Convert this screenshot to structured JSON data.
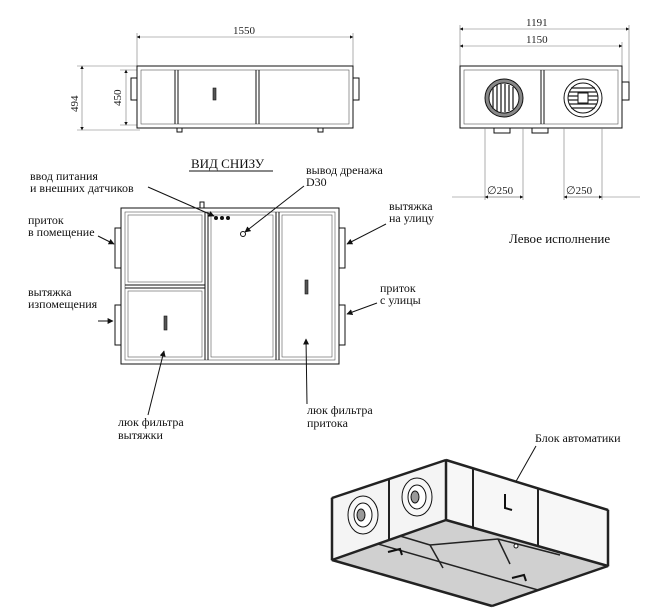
{
  "front_view": {
    "width_dim": "1550",
    "height_outer_dim": "494",
    "height_inner_dim": "450"
  },
  "side_view": {
    "width_outer_dim": "1191",
    "width_inner_dim": "1150",
    "duct_left_dim": "∅250",
    "duct_right_dim": "∅250",
    "caption": "Левое исполнение"
  },
  "bottom_view": {
    "title": "ВИД СНИЗУ",
    "labels": {
      "power_input_line1": "ввод питания",
      "power_input_line2": "и внешних датчиков",
      "drain_line1": "вывод дренажа",
      "drain_line2": "D30",
      "supply_room_line1": "приток",
      "supply_room_line2": "в помещение",
      "exhaust_street_line1": "вытяжка",
      "exhaust_street_line2": "на улицу",
      "exhaust_room_line1": "вытяжка",
      "exhaust_room_line2": "изпомещения",
      "supply_street_line1": "приток",
      "supply_street_line2": "с улицы",
      "filter_exhaust_line1": "люк фильтра",
      "filter_exhaust_line2": "вытяжки",
      "filter_supply_line1": "люк фильтра",
      "filter_supply_line2": "притока"
    }
  },
  "iso_view": {
    "automation_label": "Блок автоматики"
  }
}
